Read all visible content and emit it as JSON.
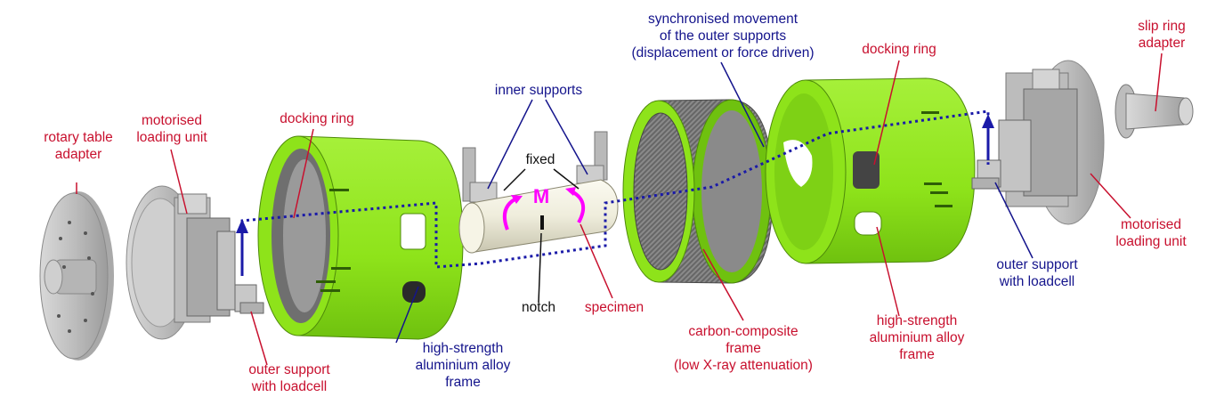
{
  "labels": {
    "rotary_table_adapter": {
      "lines": [
        "rotary table",
        "adapter"
      ],
      "color": "#c8102e"
    },
    "motorised_loading_unit_left": {
      "lines": [
        "motorised",
        "loading unit"
      ],
      "color": "#c8102e"
    },
    "docking_ring_left": {
      "lines": [
        "docking ring"
      ],
      "color": "#c8102e"
    },
    "inner_supports": {
      "lines": [
        "inner supports"
      ],
      "color": "#14148c"
    },
    "fixed": {
      "lines": [
        "fixed"
      ],
      "color": "#111111"
    },
    "moment_symbol": {
      "lines": [
        "M"
      ],
      "color": "#ff00ff"
    },
    "notch": {
      "lines": [
        "notch"
      ],
      "color": "#111111"
    },
    "specimen": {
      "lines": [
        "specimen"
      ],
      "color": "#c8102e"
    },
    "synchronised_movement": {
      "lines": [
        "synchronised movement",
        "of the outer supports",
        "(displacement or force driven)"
      ],
      "color": "#14148c"
    },
    "docking_ring_right": {
      "lines": [
        "docking ring"
      ],
      "color": "#c8102e"
    },
    "slip_ring_adapter": {
      "lines": [
        "slip ring",
        "adapter"
      ],
      "color": "#c8102e"
    },
    "frame_left": {
      "lines": [
        "high-strength",
        "aluminium alloy",
        "frame"
      ],
      "color": "#14148c"
    },
    "outer_support_left": {
      "lines": [
        "outer support",
        "with loadcell"
      ],
      "color": "#c8102e"
    },
    "carbon_composite_frame": {
      "lines": [
        "carbon-composite",
        "frame",
        "(low X-ray attenuation)"
      ],
      "color": "#c8102e"
    },
    "frame_right": {
      "lines": [
        "high-strength",
        "aluminium alloy",
        "frame"
      ],
      "color": "#c8102e"
    },
    "outer_support_right": {
      "lines": [
        "outer support",
        "with loadcell"
      ],
      "color": "#14148c"
    },
    "motorised_loading_unit_right": {
      "lines": [
        "motorised",
        "loading unit"
      ],
      "color": "#c8102e"
    }
  },
  "colors": {
    "frame_green": "#8ee31a",
    "frame_green_dark": "#5fa80e",
    "leader_red": "#c8102e",
    "leader_blue": "#14148c",
    "path_blue": "#1a1aa8",
    "moment_magenta": "#ff00ff",
    "metal_grey": "#c9c9c9",
    "carbon_grey": "#7d7d7d",
    "specimen_ivory": "#f3f1e4"
  }
}
